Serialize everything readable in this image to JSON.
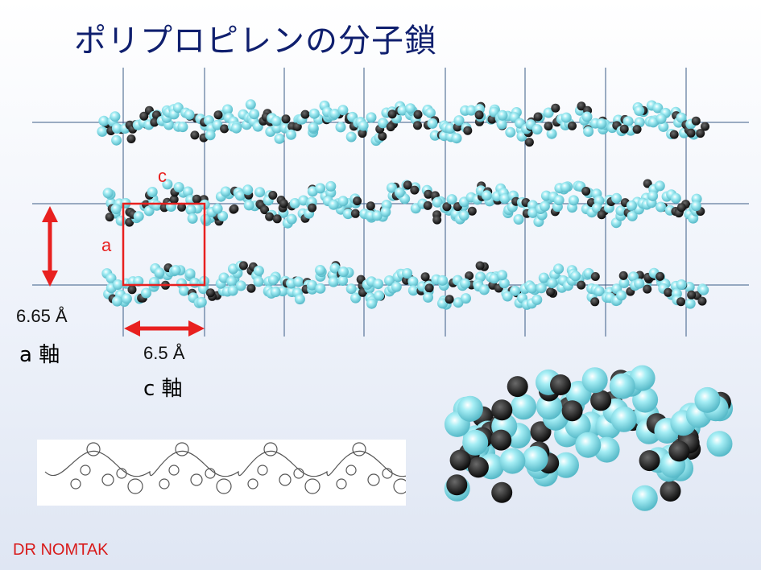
{
  "title": "ポリプロピレンの分子鎖",
  "labels": {
    "c_letter": "c",
    "a_letter": "a",
    "a_value": "6.65 Å",
    "a_axis": "a 軸",
    "c_value": "6.5 Å",
    "c_axis": "c 軸"
  },
  "author": "DR NOMTAK",
  "colors": {
    "title": "#0f1f6e",
    "hydrogen": "#8fe3ec",
    "carbon": "#1c1c1c",
    "accent": "#e8201f",
    "gridline": "#3b5c86"
  },
  "icons": {
    "unit_cell": "red-rectangle",
    "a_arrow": "double-headed-red-arrow-vertical",
    "c_arrow": "double-headed-red-arrow-horizontal"
  }
}
